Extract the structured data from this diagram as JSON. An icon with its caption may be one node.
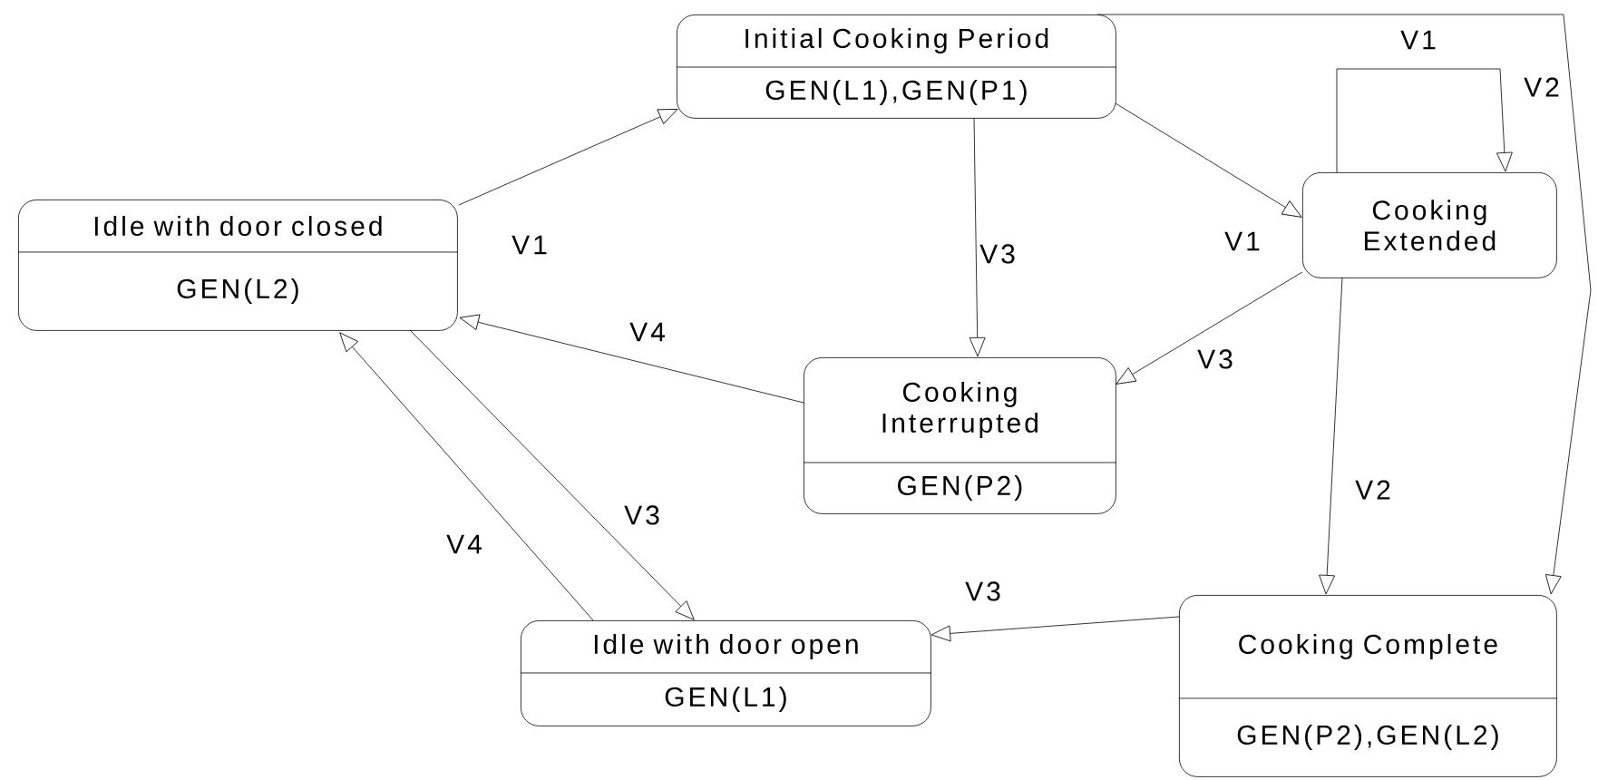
{
  "diagram": {
    "nodes": [
      {
        "text": [
          "Idle with door closed",
          "GEN(L2)"
        ]
      },
      {
        "text": [
          "Initial Cooking Period",
          "GEN(L1),GEN(P1)"
        ]
      },
      {
        "text": [
          "Cooking Extended"
        ]
      },
      {
        "text": [
          "Cooking Interrupted",
          "GEN(P2)"
        ]
      },
      {
        "text": [
          "Idle with door open",
          "GEN(L1)"
        ]
      },
      {
        "text": [
          "Cooking Complete",
          "GEN(P2),GEN(L2)"
        ]
      }
    ],
    "edges": [
      {
        "from": 0,
        "to": 1,
        "arrow": "to",
        "label": "V1"
      },
      {
        "from": 1,
        "to": 2,
        "arrow": "to",
        "label": "V1"
      },
      {
        "from": 2,
        "to": 2,
        "arrow": "to",
        "label": "V1"
      },
      {
        "from": 1,
        "to": 5,
        "arrow": "to",
        "label": "V2"
      },
      {
        "from": 1,
        "to": 3,
        "arrow": "to",
        "label": "V3"
      },
      {
        "from": 2,
        "to": 3,
        "arrow": "to",
        "label": "V3"
      },
      {
        "from": 3,
        "to": 0,
        "arrow": "to",
        "label": "V4"
      },
      {
        "from": 2,
        "to": 5,
        "arrow": "to",
        "label": "V2"
      },
      {
        "from": 5,
        "to": 4,
        "arrow": "to",
        "label": "V3"
      },
      {
        "from": 4,
        "to": 0,
        "arrow": "to",
        "label": "V4"
      },
      {
        "from": 0,
        "to": 4,
        "arrow": "to",
        "label": "V3"
      }
    ]
  }
}
